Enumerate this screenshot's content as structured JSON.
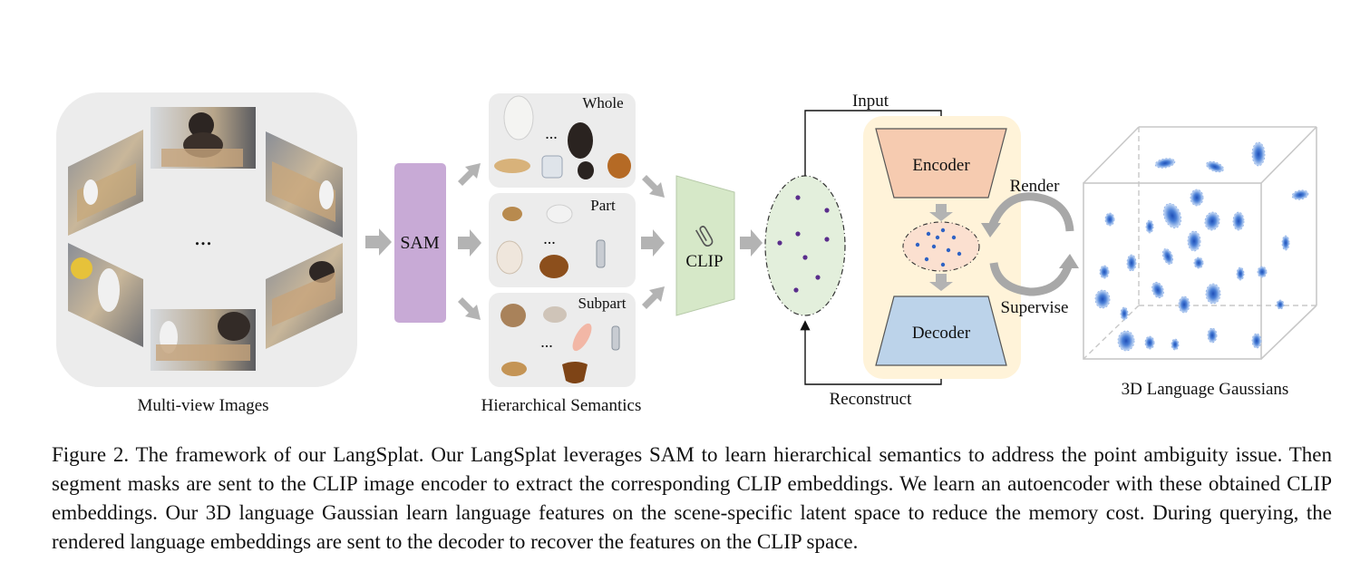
{
  "figure": {
    "multiview": {
      "dots": "...",
      "label": "Multi-view Images"
    },
    "sam": {
      "label": "SAM"
    },
    "hierarchy": {
      "whole_label": "Whole",
      "part_label": "Part",
      "subpart_label": "Subpart",
      "dots": "...",
      "label": "Hierarchical Semantics"
    },
    "clip": {
      "label": "CLIP"
    },
    "autoencoder": {
      "input_label": "Input",
      "encoder_label": "Encoder",
      "decoder_label": "Decoder",
      "reconstruct_label": "Reconstruct"
    },
    "render_label": "Render",
    "supervise_label": "Supervise",
    "gaussians": {
      "label": "3D Language Gaussians"
    },
    "colors": {
      "sam_fill": "#c8aad6",
      "clip_fill": "#d6e8c8",
      "encoder_fill": "#f6cbb0",
      "decoder_fill": "#bcd3ea",
      "autoencoder_bg": "#fff3d9",
      "panel_bg": "#ececec",
      "arrow_gray": "#b3b3b3",
      "gaussian_blue": "#2f63c4",
      "point_purple": "#5a2d8c"
    }
  },
  "caption": {
    "title": "Figure 2.",
    "text": "The framework of our LangSplat. Our LangSplat leverages SAM to learn hierarchical semantics to address the point ambiguity issue. Then segment masks are sent to the CLIP image encoder to extract the corresponding CLIP embeddings. We learn an autoencoder with these obtained CLIP embeddings. Our 3D language Gaussian learn language features on the scene-specific latent space to reduce the memory cost. During querying, the rendered language embeddings are sent to the decoder to recover the features on the CLIP space."
  }
}
